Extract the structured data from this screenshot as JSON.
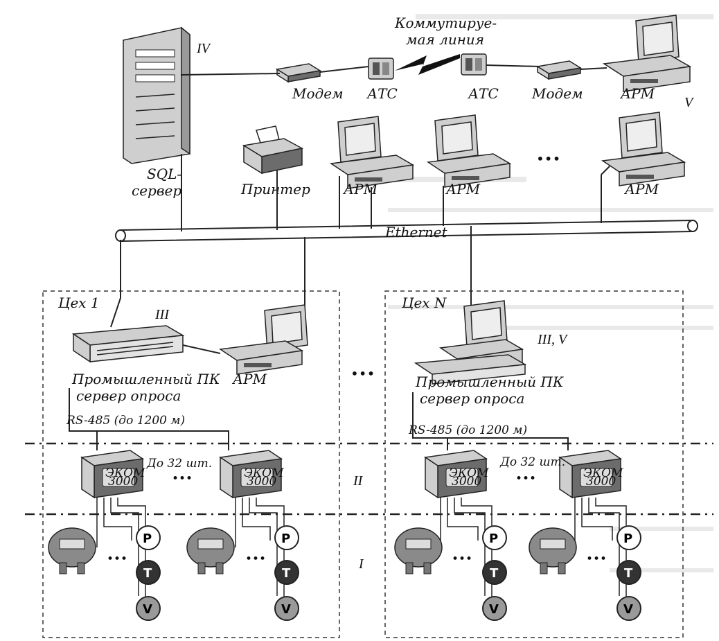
{
  "labels": {
    "switched_line": [
      "Коммутируе-",
      "мая линия"
    ],
    "modem": "Модем",
    "ats": "АТС",
    "arm": "АРМ",
    "sql_server": [
      "SQL-",
      "сервер"
    ],
    "printer": "Принтер",
    "ethernet": "Ethernet",
    "shop_1": "Цех 1",
    "shop_n": "Цех N",
    "industrial_pc": [
      "Промышленный ПК",
      "сервер опроса"
    ],
    "rs485": "RS-485 (до 1200 м)",
    "up_to_32": "До 32 шт.",
    "ekom": [
      "ЭКОМ",
      "3000"
    ],
    "ellipsis": "•••",
    "sensor_p": "P",
    "sensor_t": "T",
    "sensor_v": "V"
  },
  "levels": {
    "IV": "IV",
    "V": "V",
    "III": "III",
    "III_V": "III, V",
    "II": "II",
    "I": "I"
  }
}
